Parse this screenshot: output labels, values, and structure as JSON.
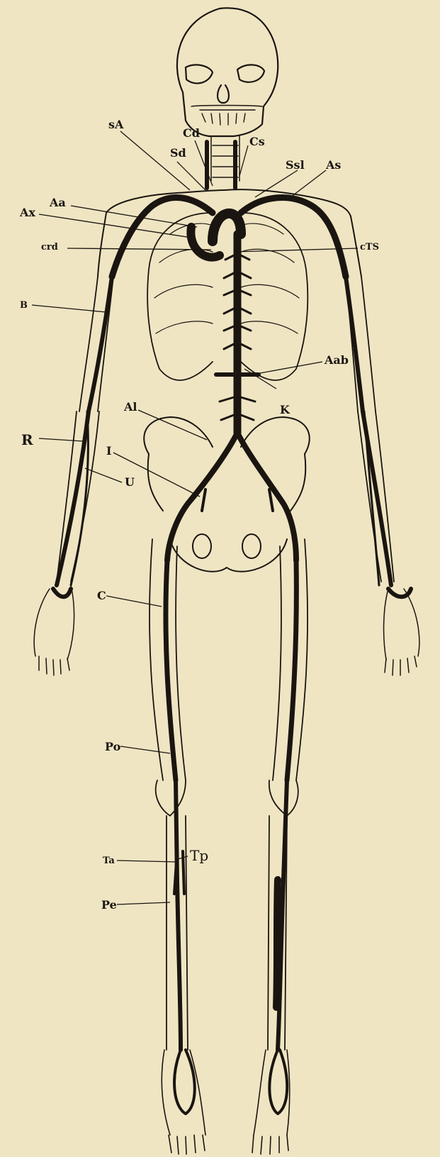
{
  "figure": {
    "paper_color": "#efe5c3",
    "ink_color": "#1a1510",
    "labels": {
      "sA": "sA",
      "Cd": "Cd",
      "Cs": "Cs",
      "Sd": "Sd",
      "Ssl": "Ssl",
      "As": "As",
      "Aa": "Aa",
      "Ax": "Ax",
      "crd": "crd",
      "cTS": "cTS",
      "B": "B",
      "Aab": "Aab",
      "Al": "Al",
      "K": "K",
      "R": "R",
      "I": "I",
      "U": "U",
      "C": "C",
      "Po": "Po",
      "Ta": "Ta",
      "Tp": "Tp",
      "Pe": "Pe"
    }
  }
}
